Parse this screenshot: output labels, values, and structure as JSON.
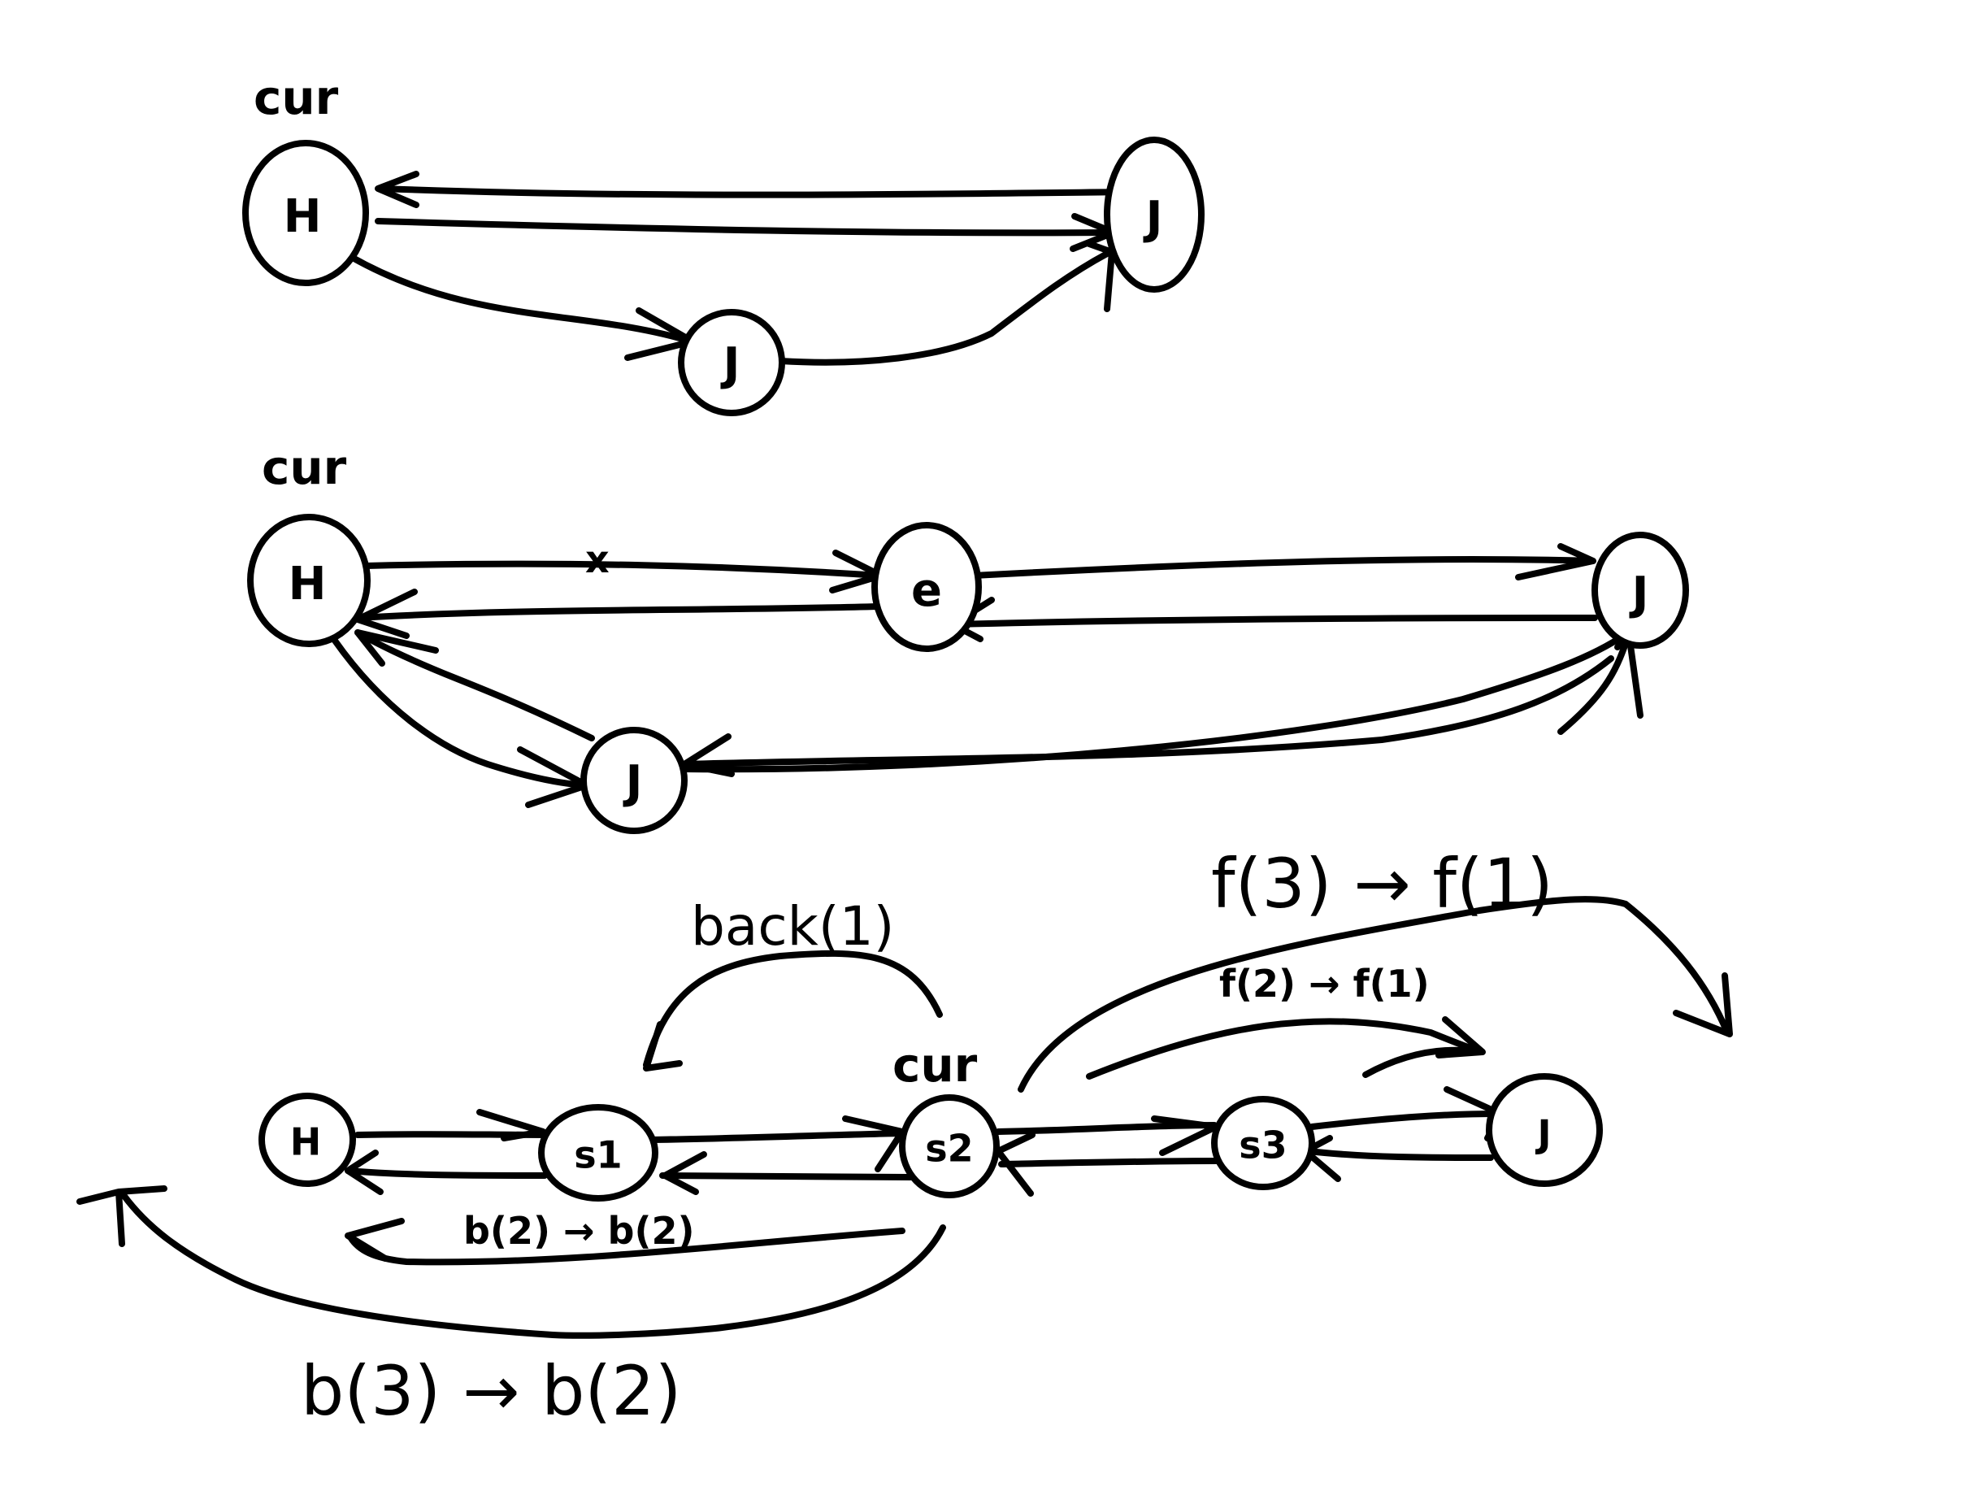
{
  "diagram1": {
    "cur_label": "cur",
    "nodes": {
      "head": "H",
      "sentinel": "J",
      "tail": "J"
    }
  },
  "diagram2": {
    "cur_label": "cur",
    "nodes": {
      "head": "H",
      "elem": "e",
      "tail": "J",
      "sentinel": "J"
    },
    "cut_mark": "x"
  },
  "diagram3": {
    "cur_label": "cur",
    "nodes": {
      "head": "H",
      "s1": "s1",
      "s2": "s2",
      "s3": "s3",
      "tail": "J"
    },
    "notes": {
      "back1": "back(1)",
      "f3_f1": "f(3) → f(1)",
      "f2_f1": "f(2) → f(1)",
      "b2_b2": "b(2) → b(2)",
      "b3_b2": "b(3) → b(2)"
    }
  }
}
